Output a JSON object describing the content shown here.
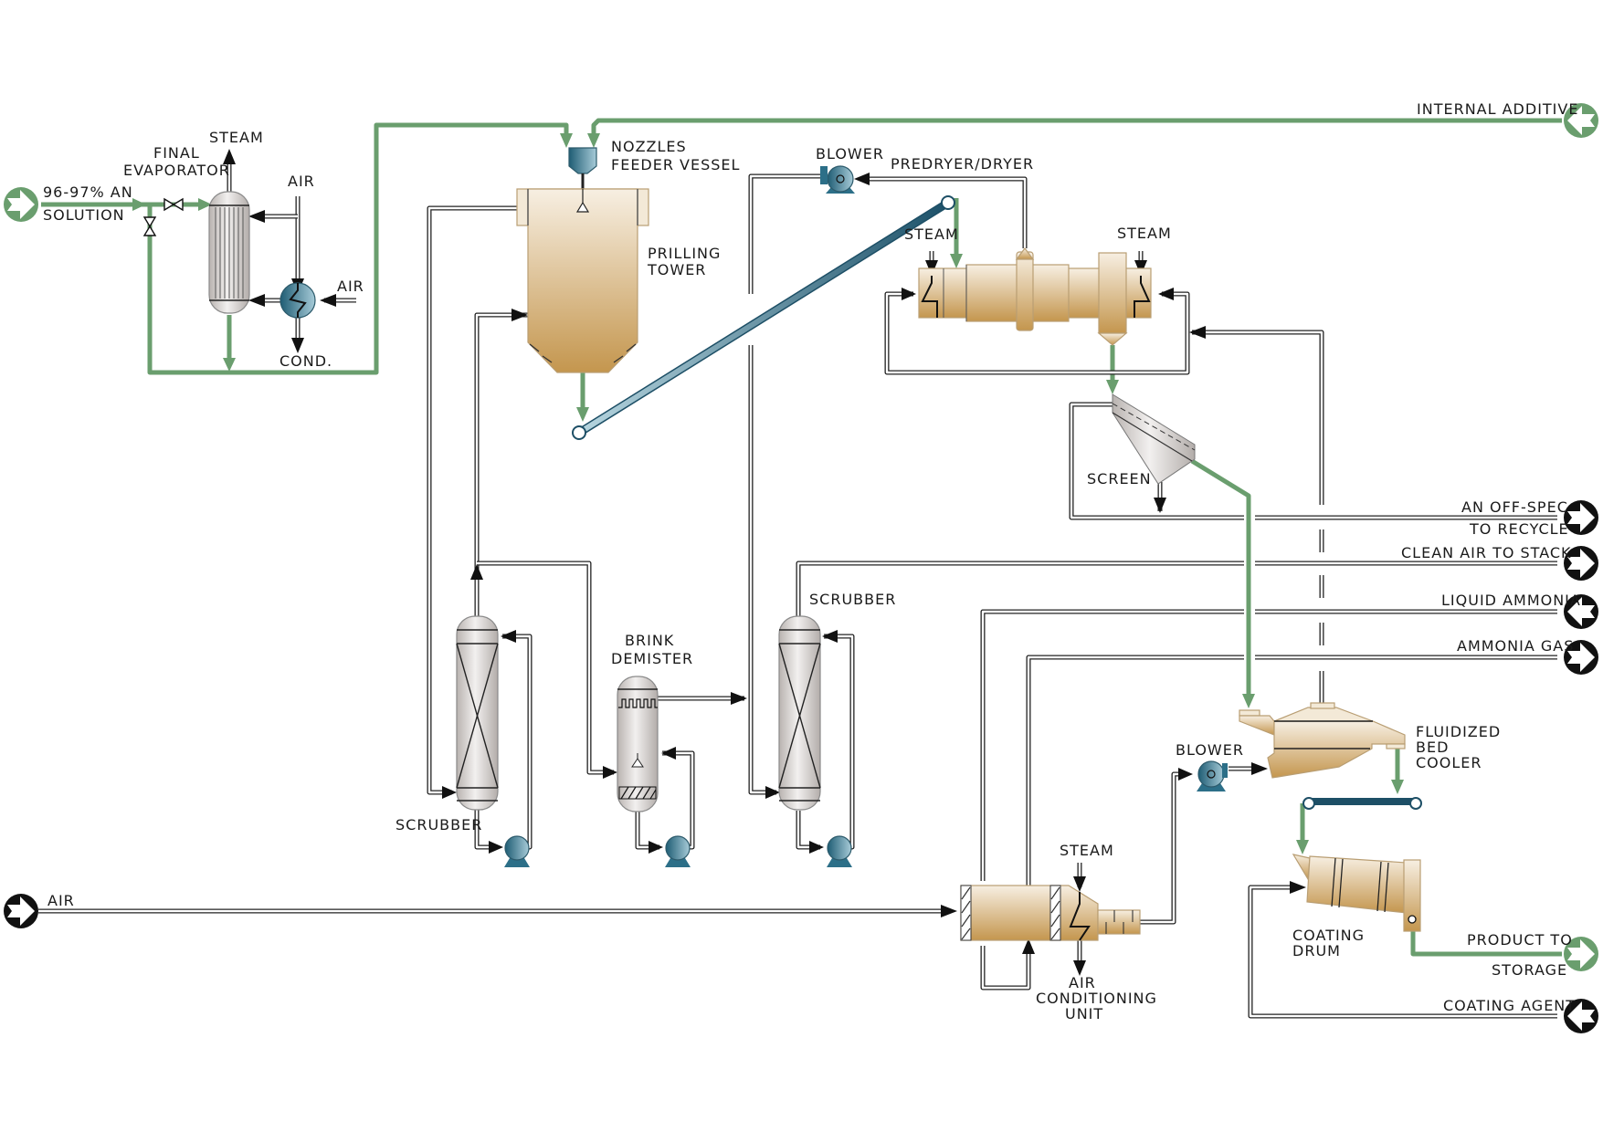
{
  "title": "Ammonium Nitrate Prilling Process Flow Diagram",
  "colors": {
    "product_line": "#6a9e6e",
    "utility_line": "#222222",
    "equipment_tan": "#c79a55",
    "equipment_blue": "#2c6f88",
    "vessel_grey": "#d8d4d2"
  },
  "equipment": {
    "final_evaporator": "FINAL\nEVAPORATOR",
    "final_evaporator_l1": "FINAL",
    "final_evaporator_l2": "EVAPORATOR",
    "nozzles_l1": "NOZZLES",
    "nozzles_l2": "FEEDER VESSEL",
    "prilling_l1": "PRILLING",
    "prilling_l2": "TOWER",
    "blower_top": "BLOWER",
    "predryer": "PREDRYER/DRYER",
    "screen": "SCREEN",
    "scrubber_left": "SCRUBBER",
    "brink_l1": "BRINK",
    "brink_l2": "DEMISTER",
    "scrubber_right": "SCRUBBER",
    "blower_bottom": "BLOWER",
    "fbc_l1": "FLUIDIZED",
    "fbc_l2": "BED",
    "fbc_l3": "COOLER",
    "coating_l1": "COATING",
    "coating_l2": "DRUM",
    "acu_l1": "AIR",
    "acu_l2": "CONDITIONING",
    "acu_l3": "UNIT"
  },
  "utilities": {
    "steam_evap": "STEAM",
    "air_evap_top": "AIR",
    "air_evap_side": "AIR",
    "cond": "COND.",
    "steam_dryer_left": "STEAM",
    "steam_dryer_right": "STEAM",
    "steam_acu": "STEAM"
  },
  "streams": {
    "feed_l1": "96-97% AN",
    "feed_l2": "SOLUTION",
    "internal_additive": "INTERNAL ADDITIVE",
    "offspec_l1": "AN OFF-SPEC",
    "offspec_l2": "TO RECYCLE",
    "clean_air": "CLEAN AIR TO STACK",
    "liquid_ammonia": "LIQUID AMMONIA",
    "ammonia_gas": "AMMONIA GAS",
    "product_l1": "PRODUCT TO",
    "product_l2": "STORAGE",
    "coating_agent": "COATING AGENT",
    "air_in": "AIR"
  },
  "connectors": [
    {
      "name": "feed-inlet",
      "direction": "in",
      "style": "product"
    },
    {
      "name": "internal-additive-inlet",
      "direction": "in",
      "style": "product"
    },
    {
      "name": "offspec-outlet",
      "direction": "out",
      "style": "utility"
    },
    {
      "name": "clean-air-outlet",
      "direction": "out",
      "style": "utility"
    },
    {
      "name": "liquid-ammonia-inlet",
      "direction": "in",
      "style": "utility"
    },
    {
      "name": "ammonia-gas-outlet",
      "direction": "out",
      "style": "utility"
    },
    {
      "name": "product-outlet",
      "direction": "out",
      "style": "product"
    },
    {
      "name": "coating-agent-inlet",
      "direction": "in",
      "style": "utility"
    },
    {
      "name": "air-inlet",
      "direction": "in",
      "style": "utility"
    }
  ]
}
